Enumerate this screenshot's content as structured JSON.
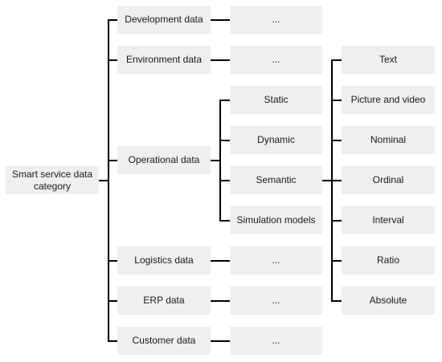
{
  "root": {
    "label": "Smart service data category"
  },
  "categories": [
    {
      "label": "Development data",
      "child": "..."
    },
    {
      "label": "Environment data",
      "child": "..."
    },
    {
      "label": "Operational data"
    },
    {
      "label": "Logistics data",
      "child": "..."
    },
    {
      "label": "ERP data",
      "child": "..."
    },
    {
      "label": "Customer data",
      "child": "..."
    }
  ],
  "operational_subtypes": [
    "Static",
    "Dynamic",
    "Semantic",
    "Simulation models"
  ],
  "semantic_scales": [
    "Text",
    "Picture and video",
    "Nominal",
    "Ordinal",
    "Interval",
    "Ratio",
    "Absolute"
  ]
}
